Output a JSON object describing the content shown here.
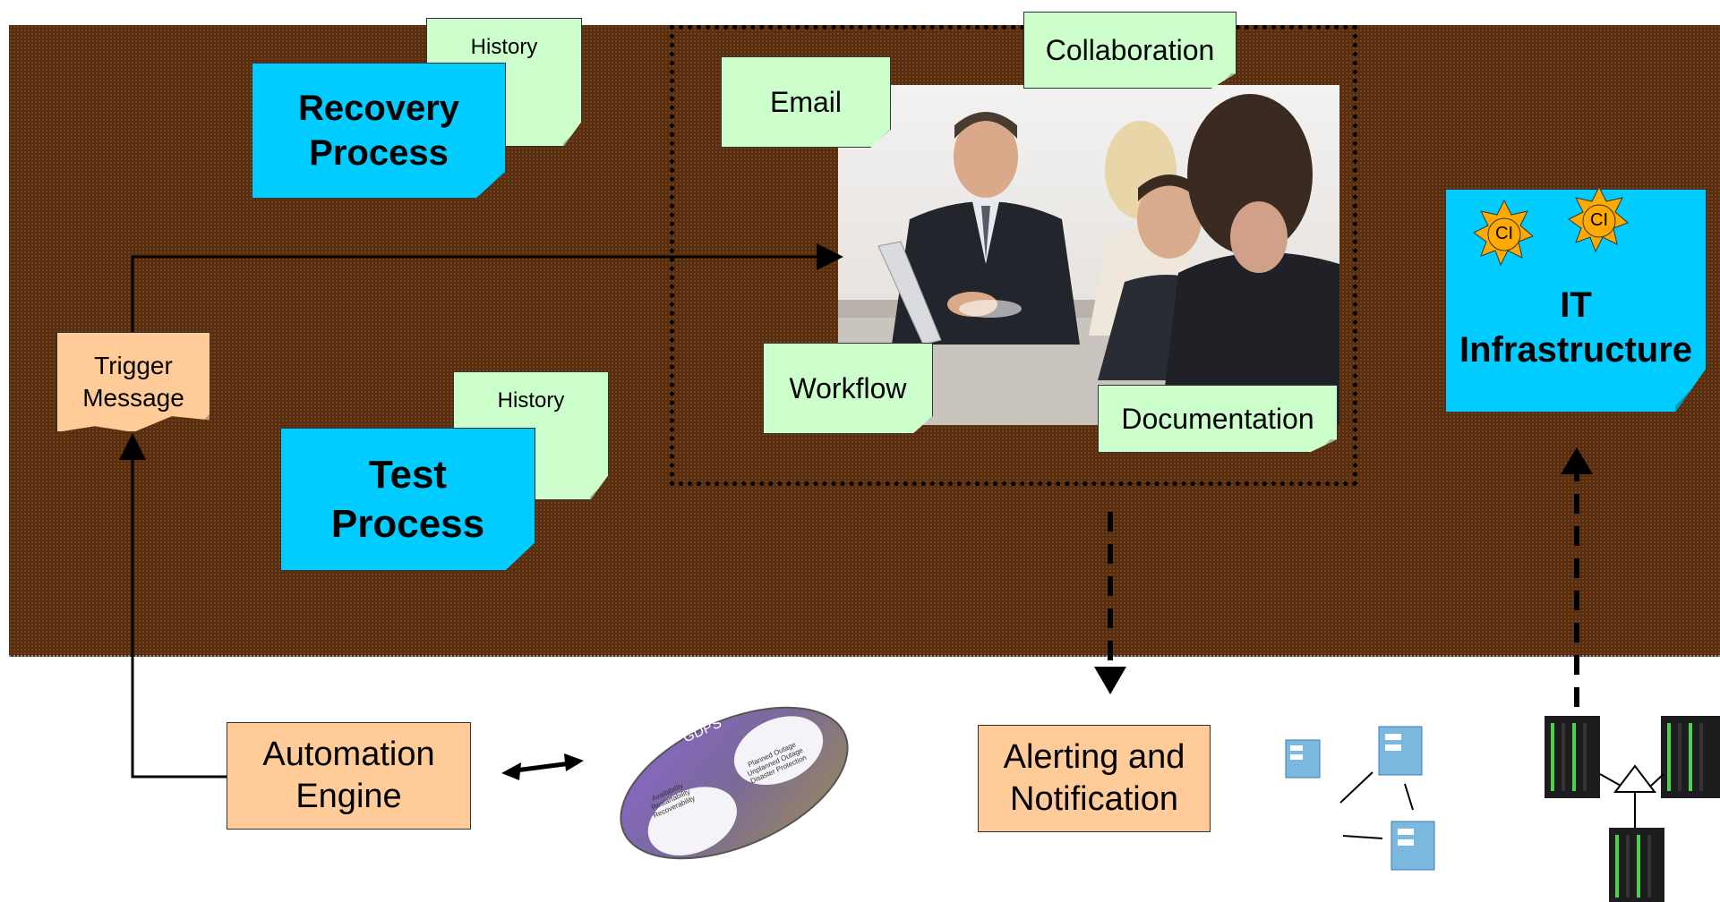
{
  "notes": {
    "history_top": "History",
    "recovery_process": "Recovery\nProcess",
    "history_bottom": "History",
    "test_process": "Test\nProcess",
    "trigger_message": "Trigger\nMessage",
    "collaboration": "Collaboration",
    "email": "Email",
    "workflow": "Workflow",
    "documentation": "Documentation",
    "it_infrastructure": "IT\nInfrastructure",
    "ci_label": "CI"
  },
  "boxes": {
    "automation_engine": "Automation\nEngine",
    "alerting": "Alerting and\nNotification"
  },
  "gdps": {
    "title": "GDPS",
    "left_items": "Availability\nRestartability\nRecoverability",
    "right_items": "Planned Outage\nUnplanned Outage\nDisaster Protection"
  },
  "colors": {
    "band": "#5a2e0c",
    "note_green": "#ccffcc",
    "note_blue": "#00ccff",
    "box_orange": "#ffcc99",
    "ci_orange": "#ffaa00"
  }
}
